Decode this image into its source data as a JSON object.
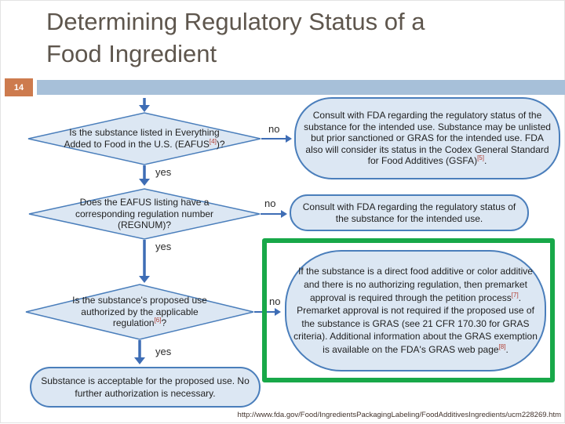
{
  "slide": {
    "title": "Determining Regulatory Status of a Food Ingredient",
    "slide_number": "14",
    "footer_url": "http://www.fda.gov/Food/IngredientsPackagingLabeling/FoodAdditivesIngredients/ucm228269.htm"
  },
  "colors": {
    "accent_orange": "#cd7b4e",
    "header_bar_blue": "#a7c0d9",
    "shape_fill": "#dce7f3",
    "shape_border": "#4a7ebb",
    "arrow_blue": "#3e6db5",
    "highlight_green": "#18a849",
    "reference_red": "#b03a2e",
    "title_text": "#5e564d"
  },
  "flowchart": {
    "d1": {
      "p1": "Is the substance listed in Everything Added to Food in the U.S. (EAFUS",
      "sup1": "[4]",
      "p2": ")?"
    },
    "d2": {
      "p1": "Does the EAFUS listing have a corresponding regulation number (REGNUM)?"
    },
    "d3": {
      "p1": "Is the substance's proposed use authorized by the applicable regulation",
      "sup1": "[6]",
      "p2": "?"
    },
    "box_consult_full": {
      "p1": "Consult with FDA regarding the regulatory status of the substance for the intended use. Substance may be unlisted but prior sanctioned or GRAS for the intended use. FDA also will consider its status in the Codex General Standard for Food Additives (GSFA)",
      "sup1": "[5]",
      "p2": "."
    },
    "box_consult_short": {
      "p1": "Consult with FDA regarding the regulatory status of the substance for the intended use."
    },
    "box_premarket": {
      "p1": "If the substance is a direct food additive or color additive and there is no authorizing regulation, then premarket approval is required through the petition process",
      "sup1": "[7]",
      "p2": ". Premarket approval is not required if the proposed use of the substance is GRAS (see 21 CFR 170.30 for GRAS criteria). Additional information about the GRAS exemption is available on the FDA's GRAS web page",
      "sup2": "[8]",
      "p3": "."
    },
    "box_acceptable": {
      "p1": "Substance is acceptable for the proposed use. No further authorization is necessary."
    },
    "labels": {
      "no1": "no",
      "yes1": "yes",
      "no2": "no",
      "yes2": "yes",
      "no3": "no",
      "yes3": "yes"
    }
  }
}
